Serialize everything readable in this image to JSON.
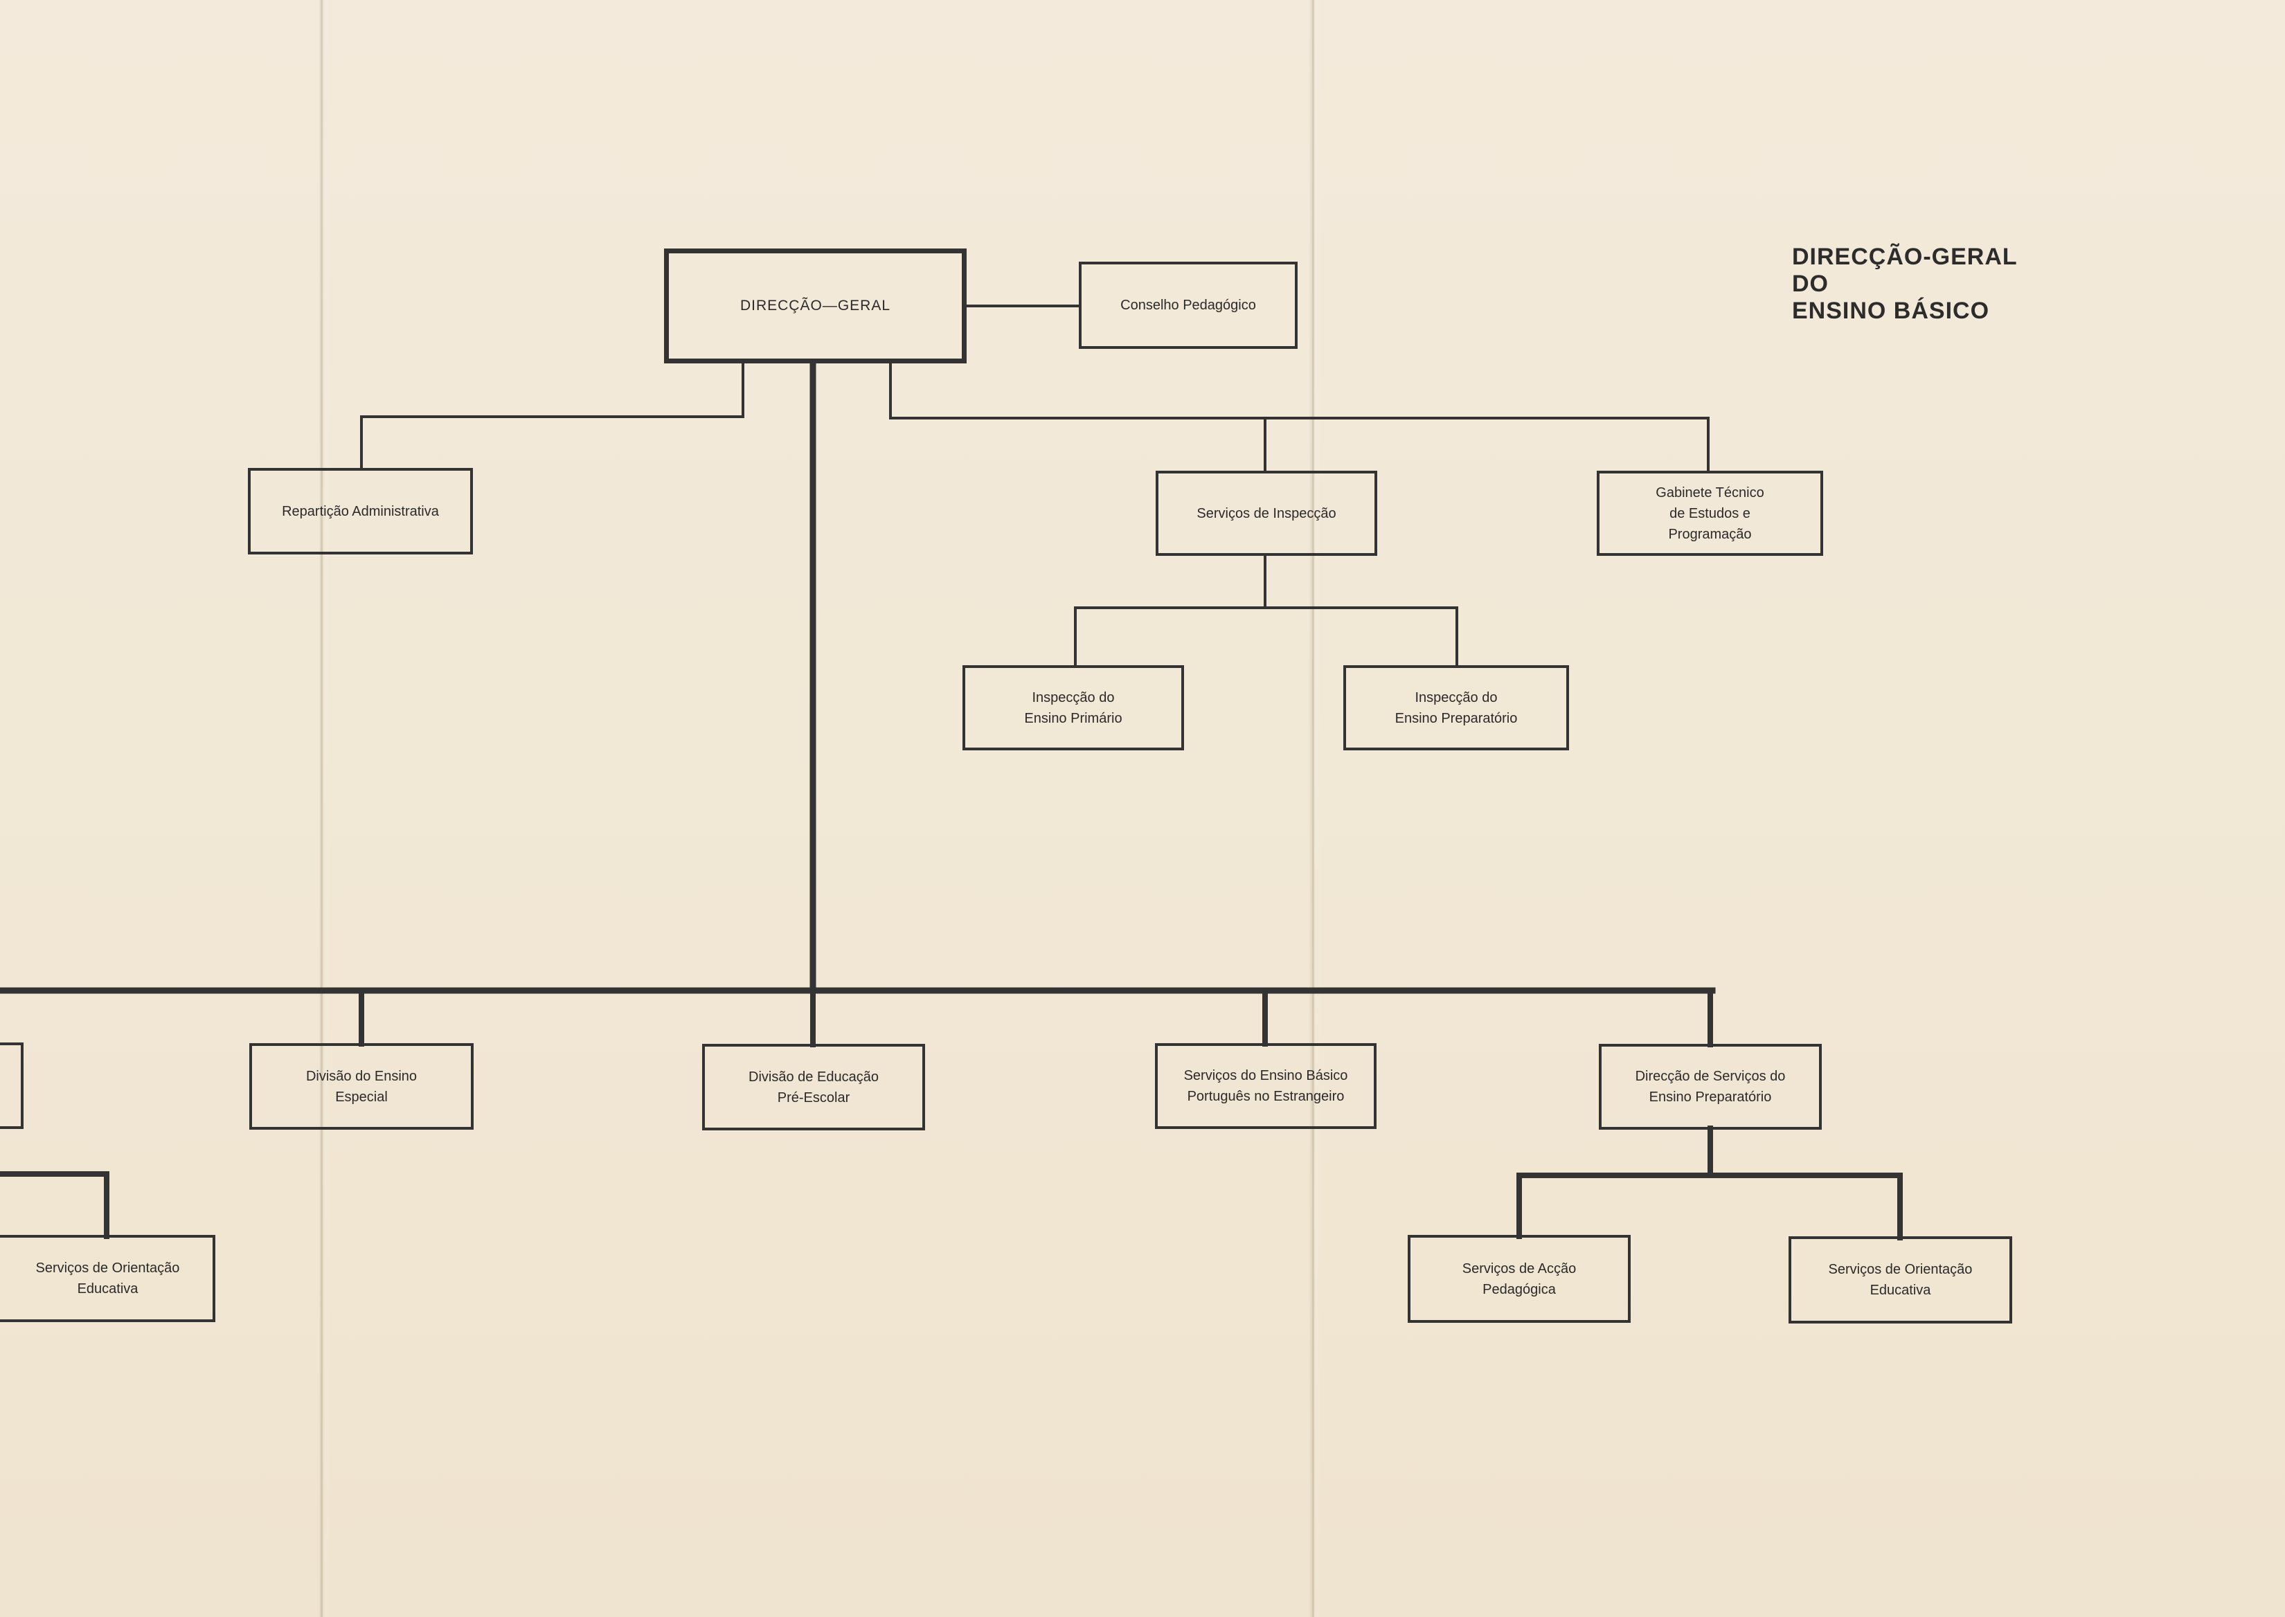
{
  "document_title": [
    "DIRECÇÃO-GERAL",
    "DO",
    "ENSINO BÁSICO"
  ],
  "nodes": {
    "direccao_geral": [
      "DIRECÇÃO—GERAL"
    ],
    "conselho_pedagogico": [
      "Conselho Pedagógico"
    ],
    "reparticao_administrativa": [
      "Repartição Administrativa"
    ],
    "servicos_inspeccao": [
      "Serviços de Inspecção"
    ],
    "gabinete_tecnico": [
      "Gabinete Técnico",
      "de Estudos e",
      "Programação"
    ],
    "inspeccao_primario": [
      "Inspecção do",
      "Ensino Primário"
    ],
    "inspeccao_preparatorio": [
      "Inspecção do",
      "Ensino Preparatório"
    ],
    "divisao_ensino_especial": [
      "Divisão do Ensino",
      "Especial"
    ],
    "divisao_educacao_pre_escolar": [
      "Divisão de Educação",
      "Pré-Escolar"
    ],
    "servicos_ensino_basico_estrangeiro": [
      "Serviços do Ensino Básico",
      "Português no Estrangeiro"
    ],
    "direccao_servicos_preparatorio": [
      "Direcção de Serviços do",
      "Ensino Preparatório"
    ],
    "servicos_accao_pedagogica": [
      "Serviços de Acção",
      "Pedagógica"
    ],
    "servicos_orientacao_educativa": [
      "Serviços de Orientação",
      "Educativa"
    ],
    "servicos_orientacao_educativa_left": [
      "Serviços de Orientação",
      "Educativa"
    ],
    "cut_off_left": []
  },
  "colors": {
    "paper": "#f2e8d6",
    "ink": "#333333"
  }
}
